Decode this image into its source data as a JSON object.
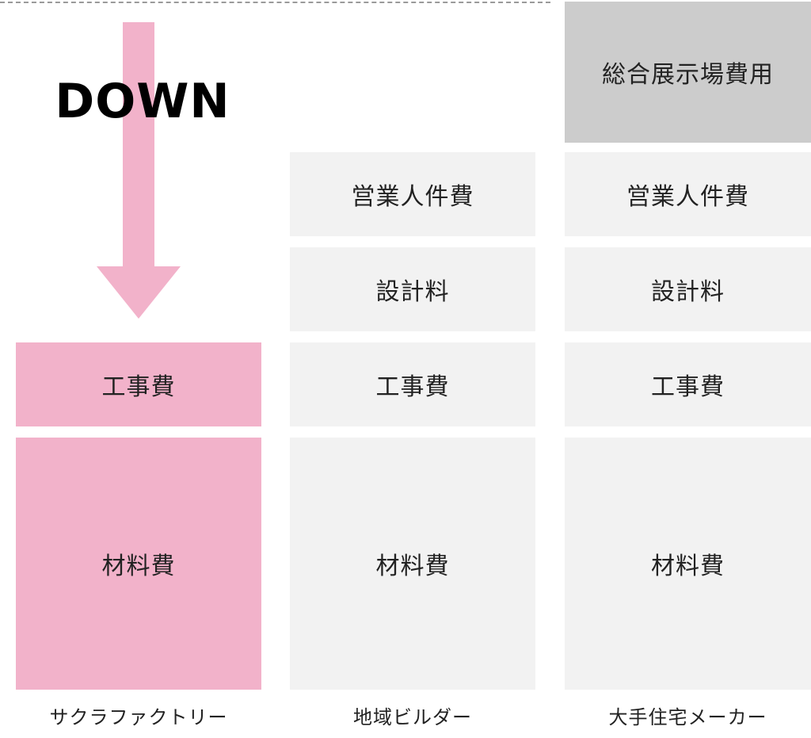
{
  "colors": {
    "highlight": "#f2b2ca",
    "neutral": "#f2f2f2",
    "showroom": "#cccccc",
    "arrow": "#f2b2ca",
    "dashed": "#9a9a9a"
  },
  "indicator": {
    "text": "DOWN",
    "icon": "down-arrow-icon"
  },
  "columns": [
    {
      "label": "サクラファクトリー",
      "blocks": {
        "construction": "工事費",
        "materials": "材料費"
      }
    },
    {
      "label": "地域ビルダー",
      "blocks": {
        "sales_personnel": "営業人件費",
        "design": "設計料",
        "construction": "工事費",
        "materials": "材料費"
      }
    },
    {
      "label": "大手住宅メーカー",
      "blocks": {
        "showroom": "総合展示場費用",
        "sales_personnel": "営業人件費",
        "design": "設計料",
        "construction": "工事費",
        "materials": "材料費"
      }
    }
  ]
}
